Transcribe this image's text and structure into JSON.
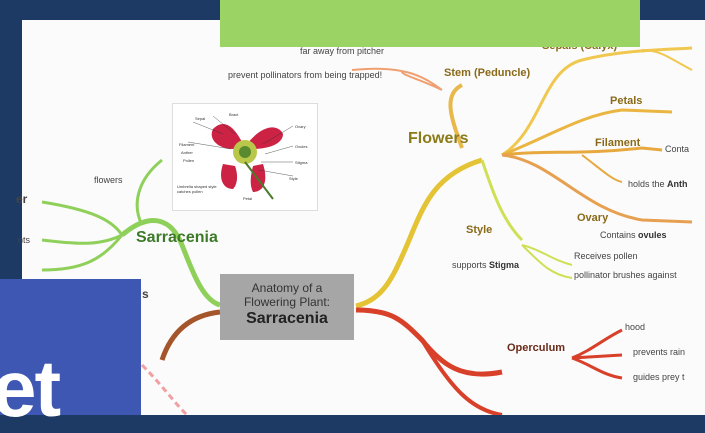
{
  "center": {
    "line1": "Anatomy of a",
    "line2": "Flowering Plant:",
    "line3": "Sarracenia"
  },
  "main_nodes": {
    "flowers": "Flowers",
    "sarracenia": "Sarracenia"
  },
  "branches": {
    "stem": "Stem (Peduncle)",
    "sepals": "Sepals (Calyx)",
    "petals": "Petals",
    "filament": "Filament",
    "ovary": "Ovary",
    "style": "Style",
    "operculum": "Operculum"
  },
  "leaves": {
    "far_away": "far away from pitcher",
    "prevent": "prevent pollinators from being trapped!",
    "conta": "Conta",
    "holds_the": "holds the ",
    "anth": "Anth",
    "contains": "Contains ",
    "ovules": "ovules",
    "receives_pollen": "Receives pollen",
    "brushes": "pollinator brushes against",
    "supports": "supports ",
    "stigma": "Stigma",
    "hood": "hood",
    "prevents_rain": "prevents rain",
    "guides_prey": "guides prey t",
    "left_flowers": "flowers",
    "left_er": "er",
    "left_nts": "nts",
    "left_s": "s"
  },
  "thumbnail": {
    "labels": [
      "Sepal",
      "Bract",
      "Ovary",
      "Filament",
      "Anther",
      "Ovules",
      "Pollen",
      "Stigma",
      "Style",
      "Umbrella shaped style catches pollen",
      "Petal"
    ]
  },
  "badge": {
    "text": "et"
  },
  "colors": {
    "background": "#1c3a63",
    "sheet": "#fbfbfb",
    "greenbar": "#9bd465",
    "badge": "#3d57b2"
  }
}
